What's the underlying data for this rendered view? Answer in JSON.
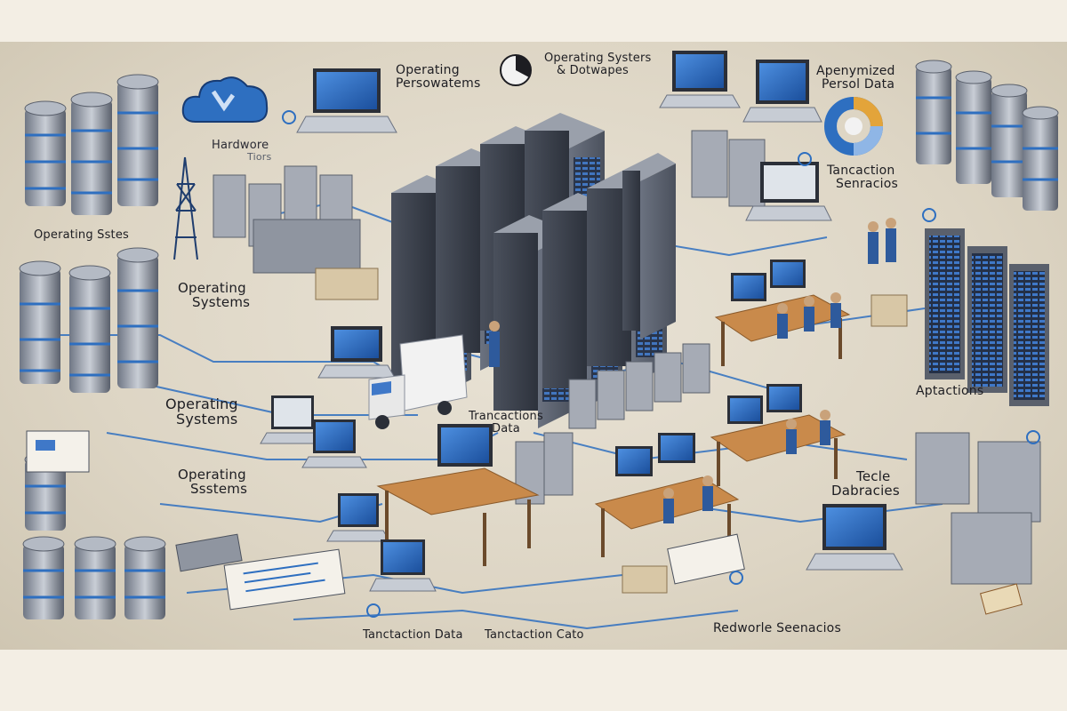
{
  "labels": {
    "operating_systems_top": "Operating Systers",
    "dotwapes": "& Dotwapes",
    "operating_persowatems_1": "Operating",
    "operating_persowatems_2": "Persowatems",
    "hardware_1": "Hardwore",
    "hardware_2": "Tiors",
    "anonymized_1": "Apenymized",
    "anonymized_2": "Persol Data",
    "transaction_scenarios_1": "Tancaction",
    "transaction_scenarios_2": "Senracios",
    "operating_left_1": "Operating Sstes",
    "operating_mid_1": "Operating",
    "operating_mid_2": "Systems",
    "operating_mid2_1": "Operating",
    "operating_mid2_2": "Systems",
    "operating_bottom_1": "Operating",
    "operating_bottom_2": "Ssstems",
    "transactions_data_1": "Trancactions",
    "transactions_data_2": "Data",
    "applications": "Aptactions",
    "test_databases_1": "Tecle",
    "test_databases_2": "Dabracies",
    "tanctaction_data": "Tanctaction Data",
    "tanctaction_cato": "Tanctaction Cato",
    "redworke_scenarios": "Redworle Seenacios"
  },
  "colors": {
    "accent_blue": "#2e6fc0",
    "server_dark": "#3a3f4b",
    "server_light": "#8a909c",
    "desk_wood": "#c98a4b",
    "background": "#e4ddcf"
  },
  "icons": {
    "cloud": "cloud-icon",
    "pie": "pie-chart-icon",
    "gear": "gear-icon"
  }
}
